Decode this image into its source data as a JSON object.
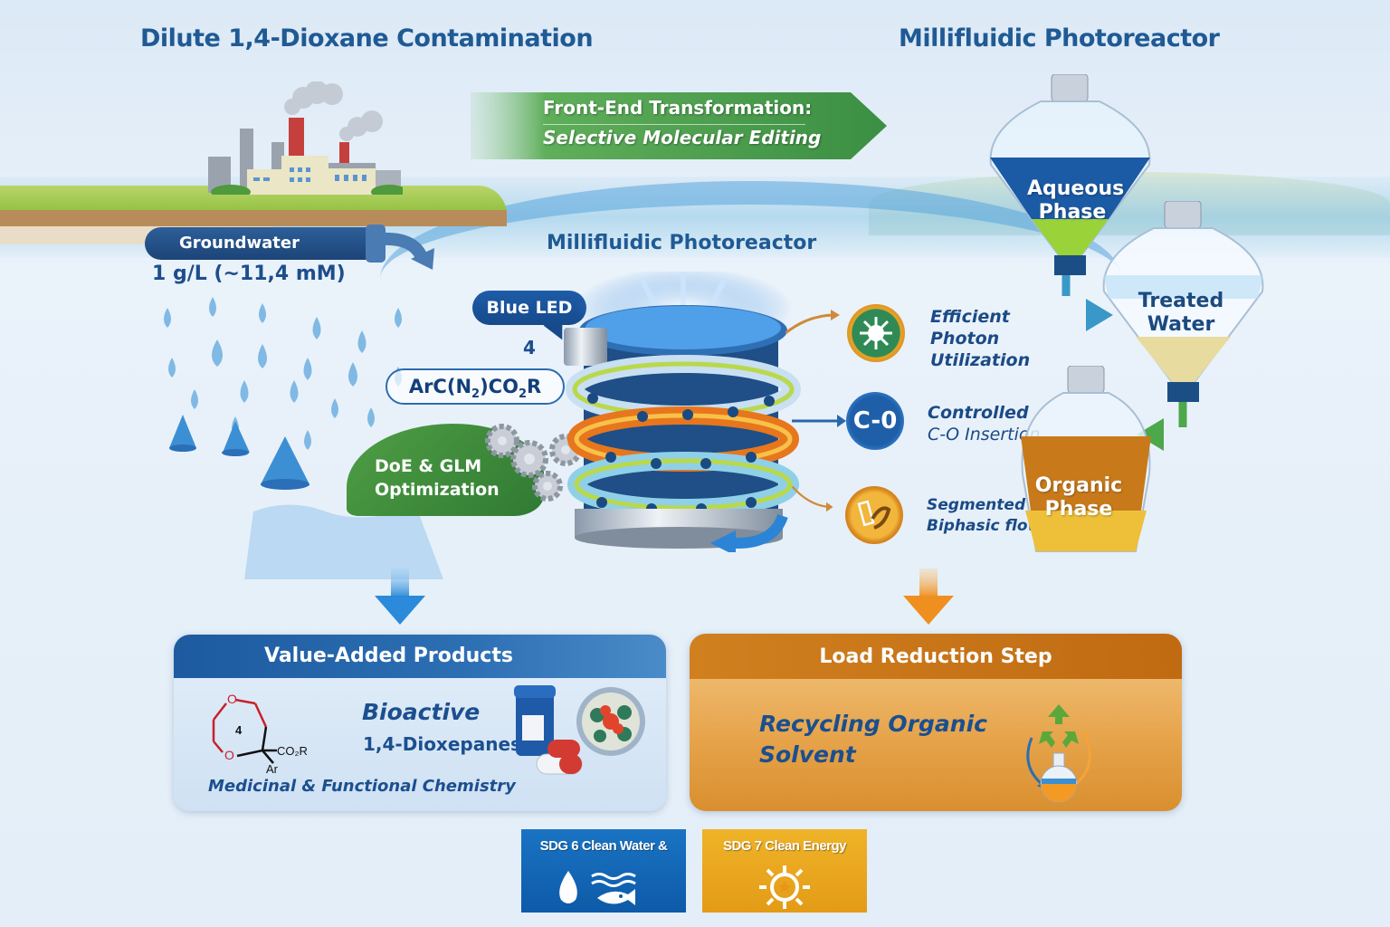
{
  "titles": {
    "left": "Dilute 1,4-Dioxane Contamination",
    "right": "Millifluidic Photoreactor",
    "center": "Millifluidic Photoreactor"
  },
  "source": {
    "pipe_label": "Groundwater",
    "concentration": "1 g/L (~11,4 mM)"
  },
  "transformation_arrow": {
    "line1": "Front-End Transformation:",
    "line2": "Selective Molecular Editing"
  },
  "reactor_inputs": {
    "led_label": "Blue LED",
    "substrate_number": "4",
    "reagent_formula": {
      "part1": "ArC(N",
      "sub1": "2",
      "part2": ")CO",
      "sub2": "2",
      "part3": "R"
    },
    "optimization": [
      "DoE & GLM",
      "Optimization"
    ]
  },
  "features": [
    {
      "icon": "photon-burst-icon",
      "lines": [
        "Efficient",
        "Photon",
        "Utilization"
      ]
    },
    {
      "icon": "c-o-bond-icon",
      "glyph": "C-0",
      "lines": [
        "Controlled",
        "C-O Insertion"
      ]
    },
    {
      "icon": "biphasic-flow-icon",
      "lines": [
        "Segmented",
        "Biphasic flow"
      ]
    }
  ],
  "separation": {
    "aqueous": [
      "Aqueous",
      "Phase"
    ],
    "treated": [
      "Treated",
      "Water"
    ],
    "organic": [
      "Organic",
      "Phase"
    ]
  },
  "panels": {
    "products": {
      "header": "Value-Added Products",
      "title": "Bioactive",
      "subtitle": "1,4-Dioxepanes",
      "caption": "Medicinal & Functional Chemistry",
      "molecule": {
        "ring_label": "4",
        "substituent1": "CO₂R",
        "substituent2": "Ar",
        "hetero_atom": "O"
      }
    },
    "load_reduction": {
      "header": "Load Reduction Step",
      "lines": [
        "Recycling Organic",
        "Solvent"
      ]
    }
  },
  "sdg": [
    {
      "label": "SDG 6 Clean Water &",
      "color": "#1669b8",
      "icons": [
        "water-drop-icon",
        "fish-waves-icon"
      ]
    },
    {
      "label": "SDG 7 Clean Energy",
      "color": "#e9a61e",
      "icons": [
        "sun-icon"
      ]
    }
  ],
  "colors": {
    "title_blue": "#1f5a94",
    "arrow_green": "#3f9447",
    "panel_blue": "#1d5aa0",
    "panel_orange": "#c9761a"
  }
}
